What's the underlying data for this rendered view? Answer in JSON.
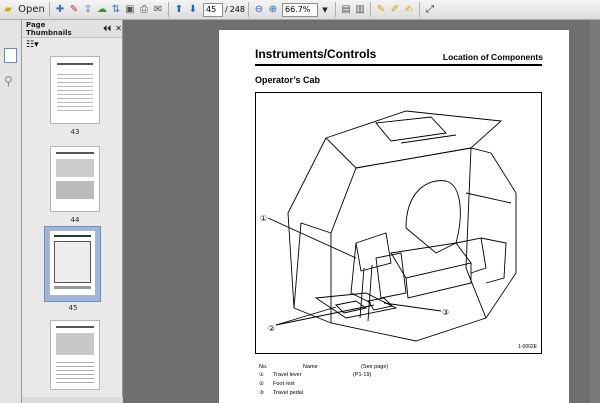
{
  "toolbar": {
    "open_label": "Open",
    "current_page": "45",
    "page_sep": "/",
    "total_pages": "248",
    "zoom": "66.7%"
  },
  "panel": {
    "title": "Page Thumbnails",
    "thumbs": [
      {
        "num": "43"
      },
      {
        "num": "44"
      },
      {
        "num": "45"
      }
    ]
  },
  "document": {
    "title": "Instruments/Controls",
    "subtitle": "Location of Components",
    "section": "Operator’s Cab",
    "figure_code": "1-0002E",
    "table_headers": {
      "no": "No.",
      "name": "Name",
      "see": "(See page)"
    },
    "rows": [
      {
        "no": "①",
        "name": "Travel lever",
        "page": "(P1-19)"
      },
      {
        "no": "②",
        "name": "Foot rest",
        "page": ""
      },
      {
        "no": "③",
        "name": "Travel pedal",
        "page": ""
      }
    ],
    "callouts": [
      "①",
      "②",
      "③"
    ]
  },
  "colors": {
    "accent": "#1a4fa0",
    "chrome": "#e4e4e4"
  }
}
